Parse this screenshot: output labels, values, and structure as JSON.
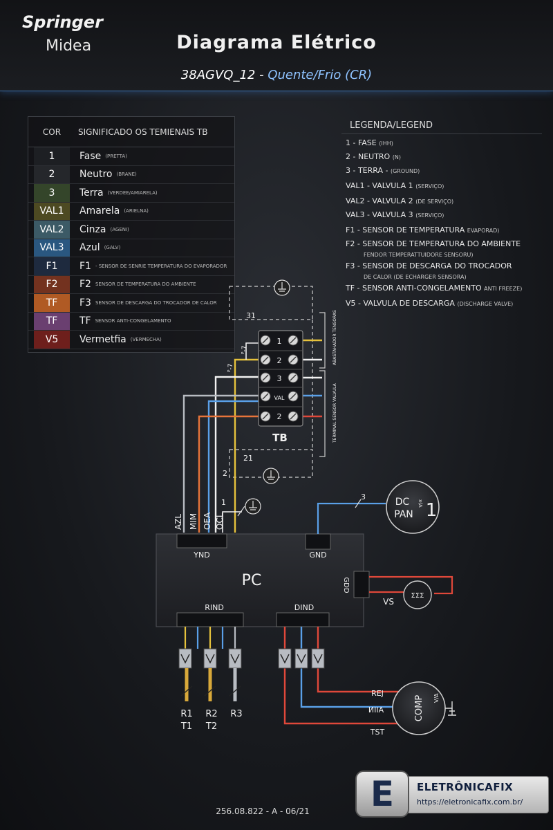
{
  "header": {
    "brand_primary": "Springer",
    "brand_secondary": "Midea",
    "title": "Diagrama Elétrico",
    "model": "38AGVQ_12 -",
    "mode": "Quente/Frio (CR)"
  },
  "color_table": {
    "col_cor": "COR",
    "col_meaning": "SIGNIFICADO OS TEMIENAIS TB",
    "rows": [
      {
        "code": "1",
        "name": "Fase",
        "note": "(PRETTA)",
        "color": "#1d1f23"
      },
      {
        "code": "2",
        "name": "Neutro",
        "note": "(BRANE)",
        "color": "#25272b"
      },
      {
        "code": "3",
        "name": "Terra",
        "note": "(VERDEE/AMIARELA)",
        "color": "#34452a"
      },
      {
        "code": "VAL1",
        "name": "Amarela",
        "note": "(ARIELNA)",
        "color": "#4d4a22"
      },
      {
        "code": "VAL2",
        "name": "Cinza",
        "note": "(AGENI)",
        "color": "#3c5a66"
      },
      {
        "code": "VAL3",
        "name": "Azul",
        "note": "(GALV)",
        "color": "#2a5780"
      },
      {
        "code": "F1",
        "name": "F1",
        "note": "- SENSOR DE  SENRIE TEMPERATURA DO EVAPORADOR",
        "color": "#1e2a3e"
      },
      {
        "code": "F2",
        "name": "F2",
        "note": "SENSOR DE TEMPERATURA DO AMBIENTE",
        "color": "#73321f"
      },
      {
        "code": "TF",
        "name": "F3",
        "note": "SENSOR DE DESCARGA DO TROCADOR DE CALOR",
        "color": "#b05a24"
      },
      {
        "code": "TF",
        "name": "TF",
        "note": "SENSOR ANTI-CONGELAMENTO",
        "color": "#6a3f70"
      },
      {
        "code": "V5",
        "name": "Vermetfia",
        "note": "(VERMECHA)",
        "color": "#6e1f1c"
      }
    ]
  },
  "legend": {
    "title": "LEGENDA/LEGEND",
    "items": [
      {
        "label": "1 - FASE",
        "sub": "(IHH)",
        "sub2": ""
      },
      {
        "label": "2 - NEUTRO",
        "sub": "(N)",
        "sub2": ""
      },
      {
        "label": "3 - TERRA -",
        "sub": "(GROUND)",
        "sub2": ""
      },
      {
        "label": "VAL1 - VALVULA 1",
        "sub": "(SERVIÇO)",
        "sub2": ""
      },
      {
        "label": "VAL2 - VALVULA 2",
        "sub": "(DE SERVIÇO)",
        "sub2": ""
      },
      {
        "label": "VAL3 - VALVULA 3",
        "sub": "(SERVIÇO)",
        "sub2": ""
      },
      {
        "label": "F1 - SENSOR DE TEMPERATURA",
        "sub": "EVAPORAD)",
        "sub2": ""
      },
      {
        "label": "F2 - SENSOR DE TEMPERATURA DO AMBIENTE",
        "sub": "",
        "sub2": "FENDOR TEMPERATTUIDORE SENSORU)"
      },
      {
        "label": "F3 - SENSOR DE DESCARGA DO TROCADOR",
        "sub": "",
        "sub2": "DE CALOR (DE ECHARGER SENSORA)"
      },
      {
        "label": "TF - SENSOR ANTI-CONGELAMENTO",
        "sub": "ANTI FREEZE)",
        "sub2": ""
      },
      {
        "label": "V5 - VALVULA DE DESCARGA",
        "sub": "(DISCHARGE VALVE)",
        "sub2": ""
      }
    ]
  },
  "terminal_block": {
    "label": "TB",
    "terminals": [
      "1",
      "2",
      "3",
      "VAL",
      "2"
    ],
    "dashed_top": "31",
    "dashed_bottom": "21",
    "dashed_2": "2",
    "wire_1": "1",
    "left_tag": "ᴾ-7",
    "left_tag2": "ᴾ-7"
  },
  "pc_board": {
    "label": "PC",
    "connectors": {
      "top_left": "YND",
      "top_right": "GND",
      "bottom_left": "RIND",
      "bottom_right": "DIND",
      "side": "GDD"
    },
    "wire_labels": [
      "AZL",
      "MIM",
      "OEA",
      "OCL"
    ]
  },
  "dc_fan": {
    "label_line1": "DC",
    "label_line2": "PAN",
    "number": "1",
    "wire": "3",
    "small": "x(A"
  },
  "valve": {
    "label": "VS",
    "symbol": "ΣΣΣ"
  },
  "sensors": {
    "r1": "R1",
    "t1": "T1",
    "r2": "R2",
    "t2": "T2",
    "r3": "R3"
  },
  "compressor": {
    "label": "COMP",
    "side": "V/A",
    "wire_top": "REJ",
    "wire_mid": "ИIIA",
    "wire_bot": "TST"
  },
  "footer": {
    "code": "256.08.822 - A - 06/21",
    "badge_letter": "E",
    "badge_name": "ELETRÔNICAFIX",
    "badge_url": "https://eletronicafix.com.br/"
  },
  "colors": {
    "red": "#e0483a",
    "orange": "#e8743a",
    "blue": "#5aa0e8",
    "yellow": "#e6c23c",
    "grey": "#b8bcc2",
    "white": "#f2f2f2"
  }
}
